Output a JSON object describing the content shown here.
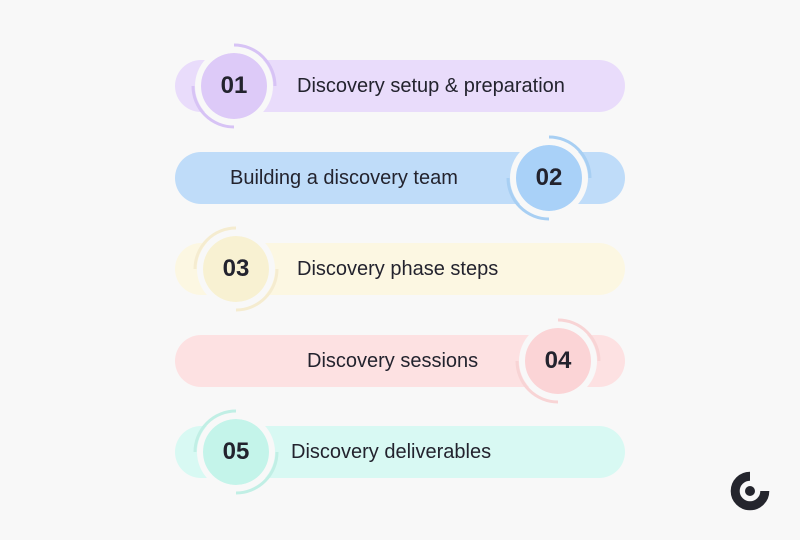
{
  "steps": [
    {
      "number": "01",
      "label": "Discovery setup & preparation",
      "bar_color": "#e9dcfb",
      "badge_color": "#ddcaf8",
      "arc_color": "#d7c3f5"
    },
    {
      "number": "02",
      "label": "Building a discovery team",
      "bar_color": "#bfdcf9",
      "badge_color": "#a9d1f8",
      "arc_color": "#a8cff3"
    },
    {
      "number": "03",
      "label": "Discovery phase steps",
      "bar_color": "#fcf7e2",
      "badge_color": "#f8f1d2",
      "arc_color": "#f5ecd0"
    },
    {
      "number": "04",
      "label": "Discovery sessions",
      "bar_color": "#fde1e2",
      "badge_color": "#fbd4d6",
      "arc_color": "#f8d4d5"
    },
    {
      "number": "05",
      "label": "Discovery deliverables",
      "bar_color": "#d8f9f3",
      "badge_color": "#c4f4ea",
      "arc_color": "#c1efe5"
    }
  ],
  "logo": {
    "icon": "brand-logo-icon",
    "color": "#24252d"
  }
}
